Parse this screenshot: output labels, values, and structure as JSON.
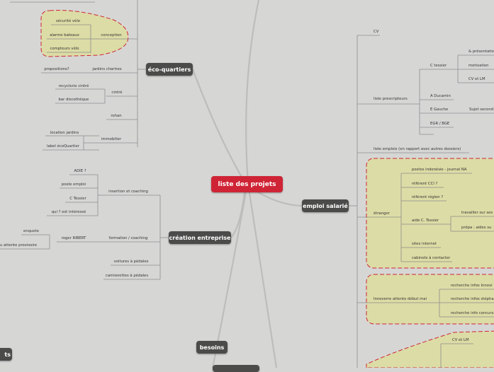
{
  "central": "liste des projets",
  "branches": {
    "eco": "éco-quartiers",
    "entreprise": "création entreprise",
    "emploi": "emploi salarié",
    "besoins": "besoins",
    "left_edge": "ts"
  },
  "eco": {
    "conception": "conception",
    "securite": "sécurité vélo",
    "alarme": "alarme bateaux",
    "compteurs": "compteurs vélo",
    "jardins": "jardins chartres",
    "propositions": "propositions?",
    "cintre": "cintré",
    "recyclerie": "recyclerie cintré",
    "bar": "bar discothèque",
    "rohan": "rohan",
    "immobilier": "immobilier",
    "location": "location jardins",
    "label": "label écoQuartier"
  },
  "entreprise": {
    "insertion": "insertion et coaching",
    "adie": "ADIE ?",
    "poele": "poele emploi",
    "tessier": "C Tessier",
    "qui": "qui ? est intéressé",
    "formation": "formation / coaching",
    "ribert": "roger RIBERT",
    "enquete": "enquete",
    "attente": "u attente provisoire",
    "voitures": "voitures à pédales",
    "camionettes": "camionettes à pédales"
  },
  "emploi": {
    "cv": "CV",
    "prescripteurs": "liste prescripteurs",
    "ctessier": "C tessier",
    "presentation": "& présentatio",
    "motivation": "motivation",
    "cvlm": "CV et LM",
    "ducamin": "A Ducamin",
    "gauche": "E Gauche",
    "sujet": "Sujet second",
    "egr": "EGR / BGE",
    "liste_emplois": "liste emplois (en rapport avec autres dossiers)",
    "etranger": "étranger",
    "postes": "postes indonésie - journal NA",
    "cci": "référent CCI ?",
    "region": "référent région ?",
    "aide": "aide C. Tessier",
    "travailler": "travailler sur ses",
    "prepa": "prépa : aides su",
    "sites": "sites internet",
    "cabinets": "cabinets à contacter",
    "innoverre": "Innoverre attente début mai",
    "info1": "recherche infos Innovi",
    "info2": "recherche infos stépha",
    "info3": "recherche info concurs",
    "cvlm2": "CV et LM"
  },
  "colors": {
    "background": "#d6d7d5",
    "topic": "#4b4c4a",
    "central": "#cf2435",
    "boundary_fill": "#dcdca6",
    "boundary_stroke": "#cf2435",
    "line": "#8c8c8c"
  }
}
